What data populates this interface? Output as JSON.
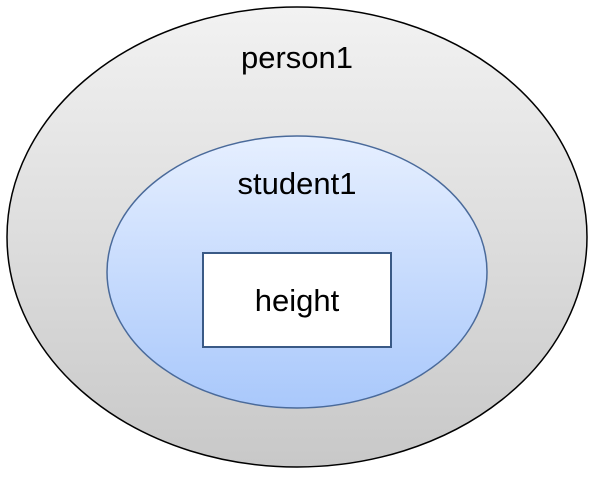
{
  "diagram": {
    "outer_set": {
      "label": "person1",
      "fill_top": "#f2f2f2",
      "fill_bottom": "#c8c8c8",
      "stroke": "#000000"
    },
    "middle_set": {
      "label": "student1",
      "fill_top": "#e6efff",
      "fill_bottom": "#a9c8fb",
      "stroke": "#4a6a9a"
    },
    "inner_box": {
      "label": "height",
      "fill": "#ffffff",
      "stroke": "#3a5a86"
    }
  }
}
